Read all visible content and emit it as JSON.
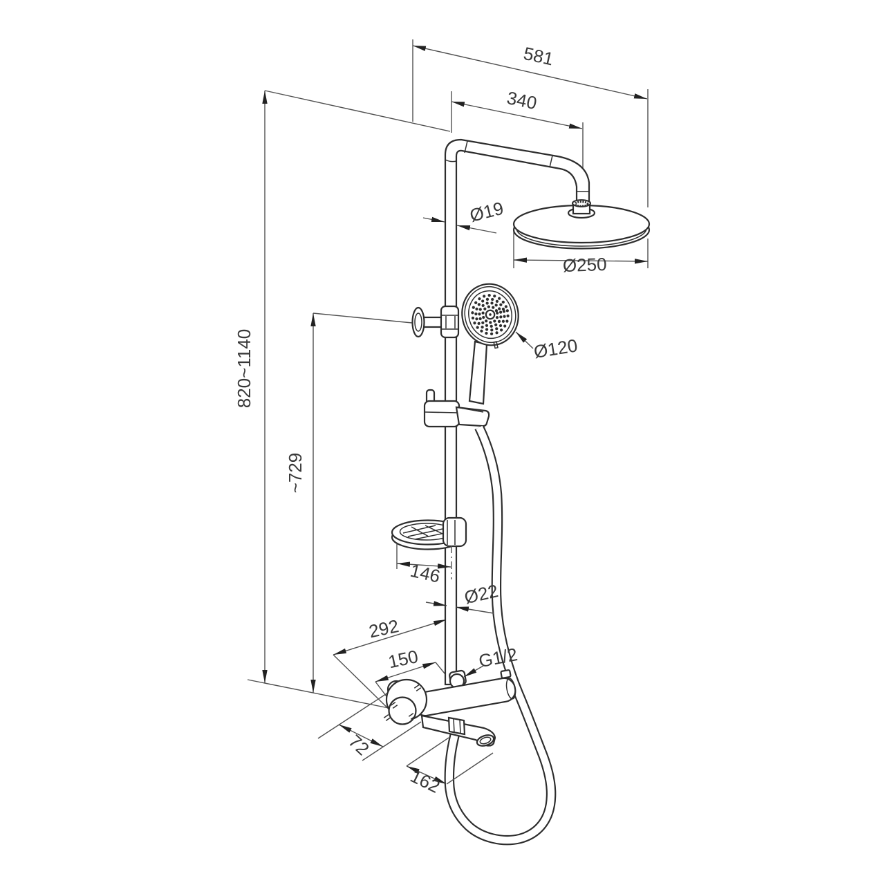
{
  "diagram": {
    "type": "technical-drawing",
    "subject": "thermostatic shower column with rain head, hand shower, soap dish and bath spout",
    "background": "#ffffff",
    "line_color": "#2d2d2d",
    "dimension_line_color": "#4f4f4f",
    "text_color": "#383838",
    "labels": {
      "total_width": "581",
      "arm_projection": "340",
      "pipe_diameter": "Ø19",
      "head_diameter": "Ø250",
      "hand_shower_diameter": "Ø120",
      "height_range": "820~1140",
      "rail_height": "~729",
      "soap_dish_width": "146",
      "rail_diameter": "Ø22",
      "mixer_width": "292",
      "inlet_spacing": "150",
      "thread_size": "G1/2",
      "handle_length": "72",
      "spout_reach": "162"
    }
  }
}
